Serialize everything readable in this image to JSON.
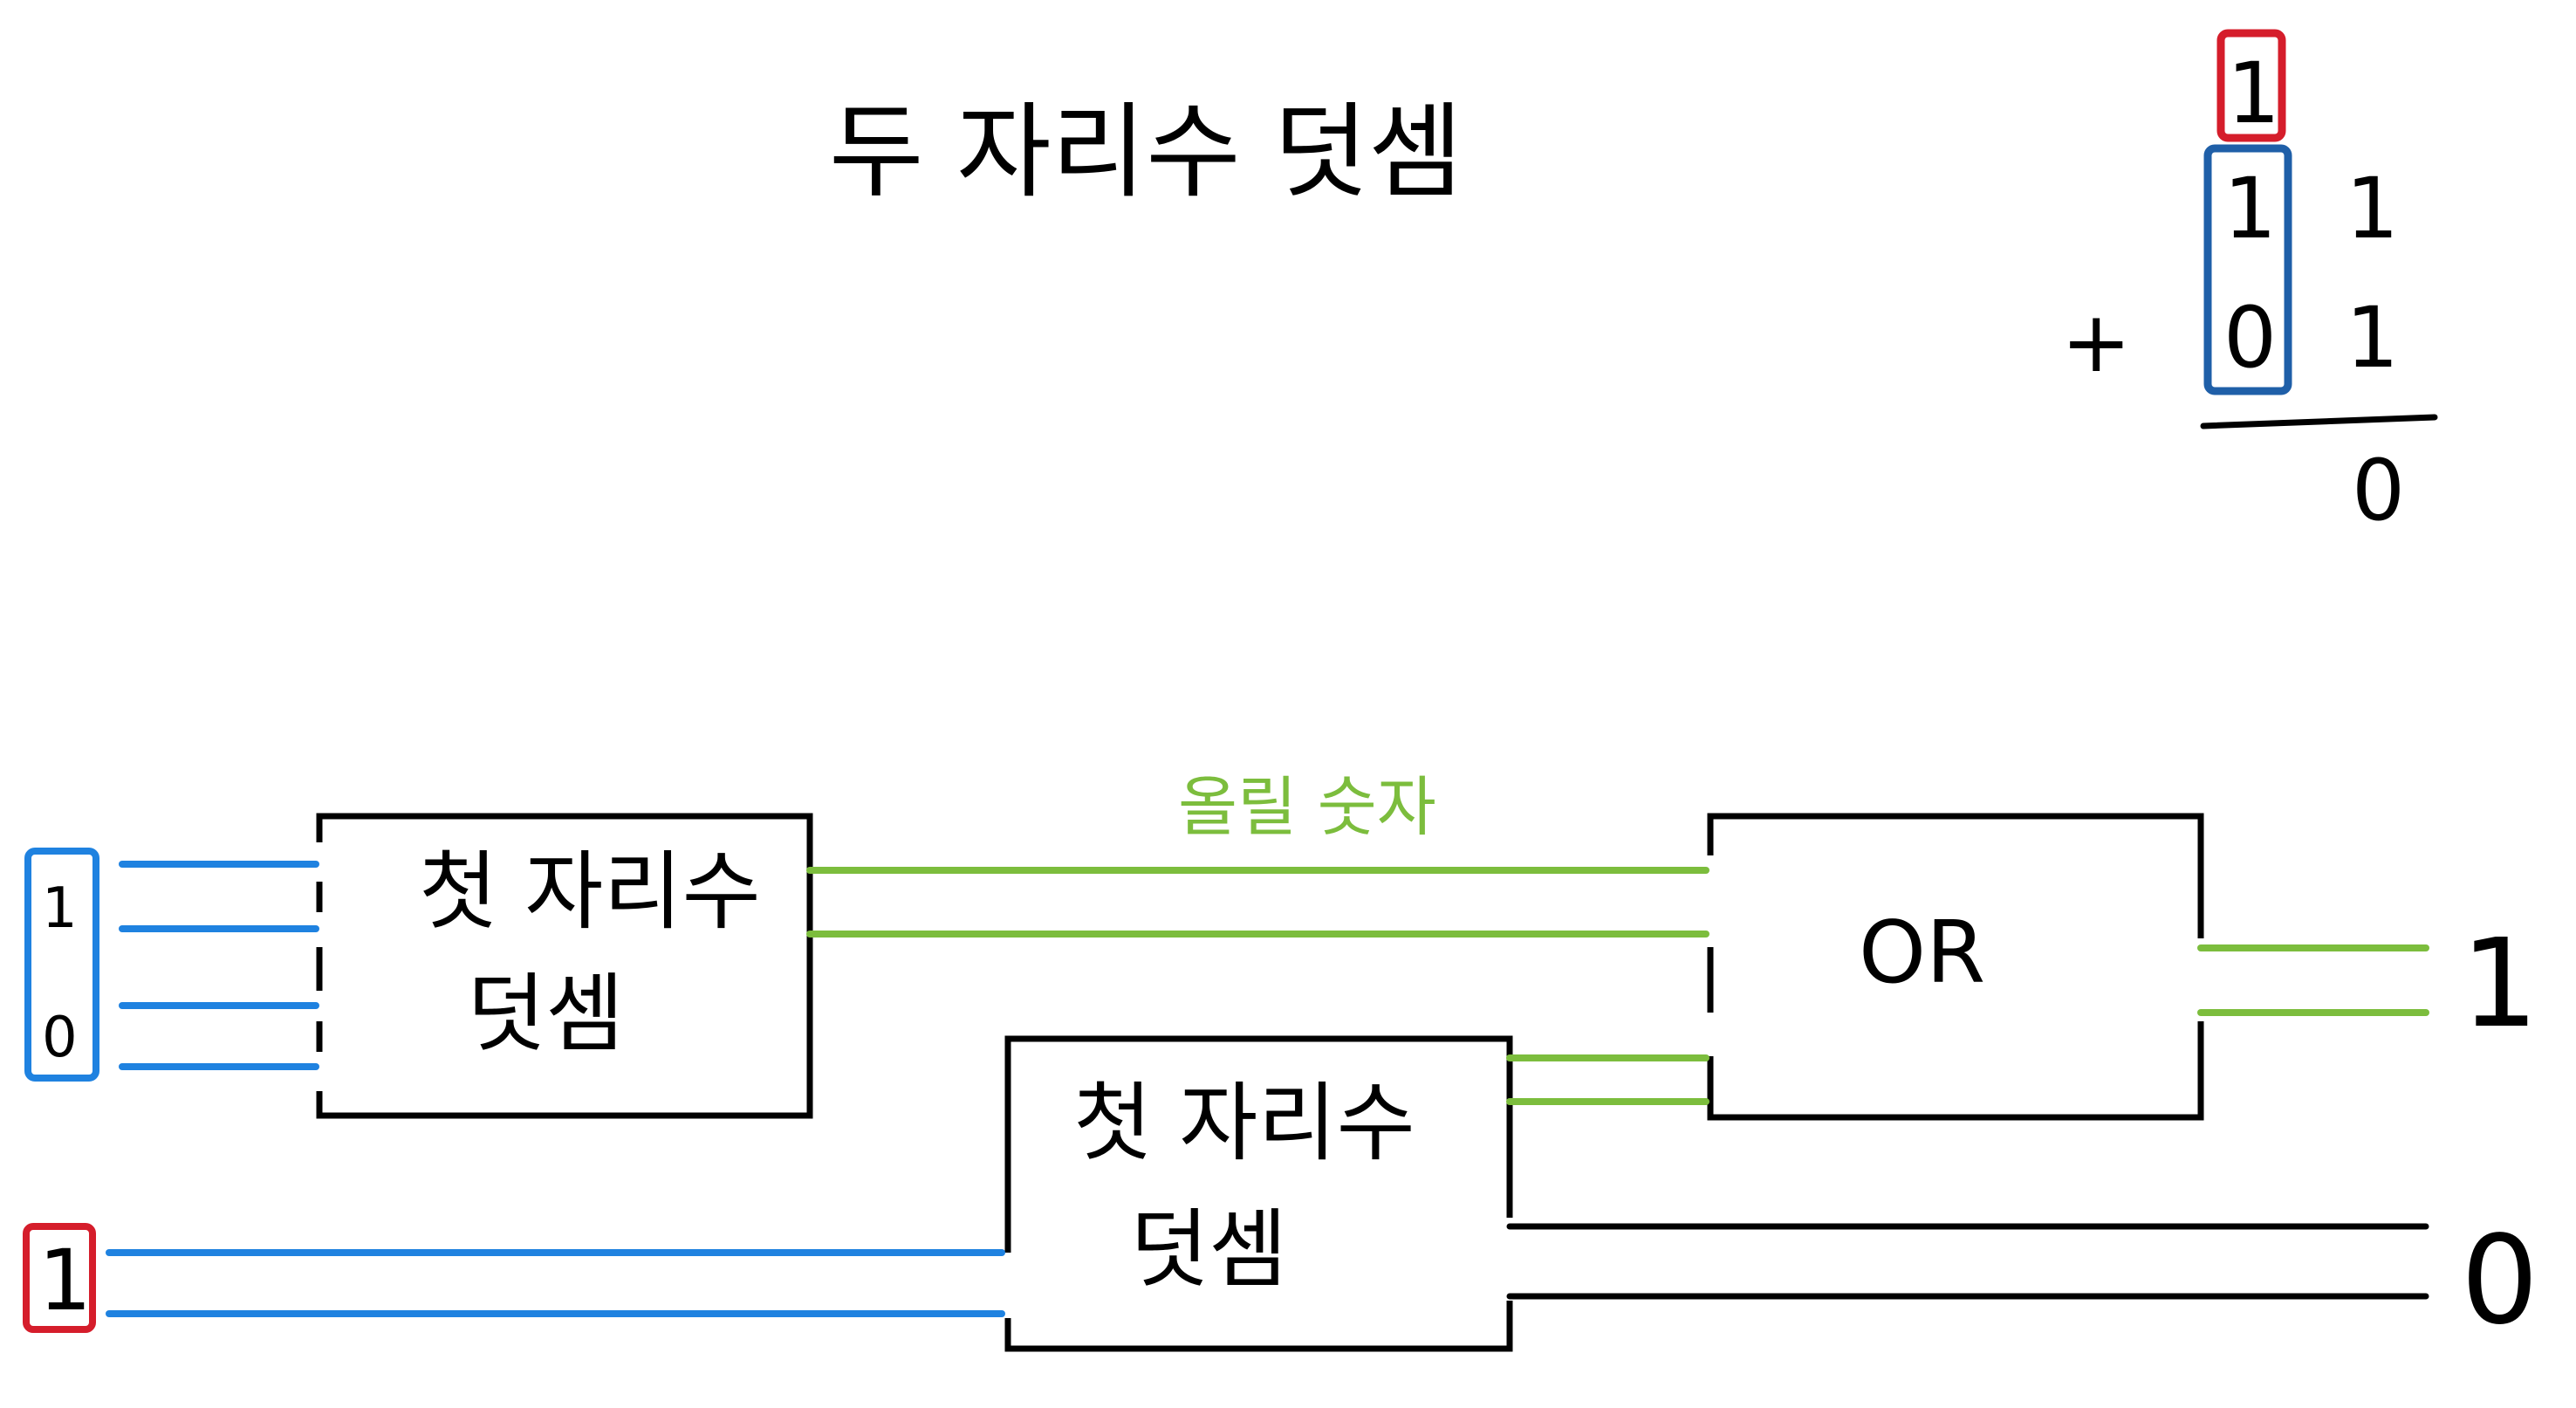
{
  "title": "두 자리수 덧셈",
  "colors": {
    "wire_input": "#1f82e0",
    "wire_carry": "#7cbd3d",
    "wire_output": "#000000",
    "box_blue": "#1f5fa8",
    "box_red": "#d51d2b",
    "ink": "#000000"
  },
  "example": {
    "carry": "1",
    "operand_a": [
      "1",
      "1"
    ],
    "operator": "+",
    "operand_b": [
      "0",
      "1"
    ],
    "result": "0"
  },
  "circuit": {
    "adder_top_label_line1": "첫 자리수",
    "adder_top_label_line2": "덧셈",
    "adder_bottom_label_line1": "첫 자리수",
    "adder_bottom_label_line2": "덧셈",
    "or_label": "OR",
    "carry_wire_label": "올릴 숫자",
    "inputs_blue": [
      "1",
      "0"
    ],
    "input_red": "1",
    "outputs": [
      "1",
      "0"
    ]
  }
}
